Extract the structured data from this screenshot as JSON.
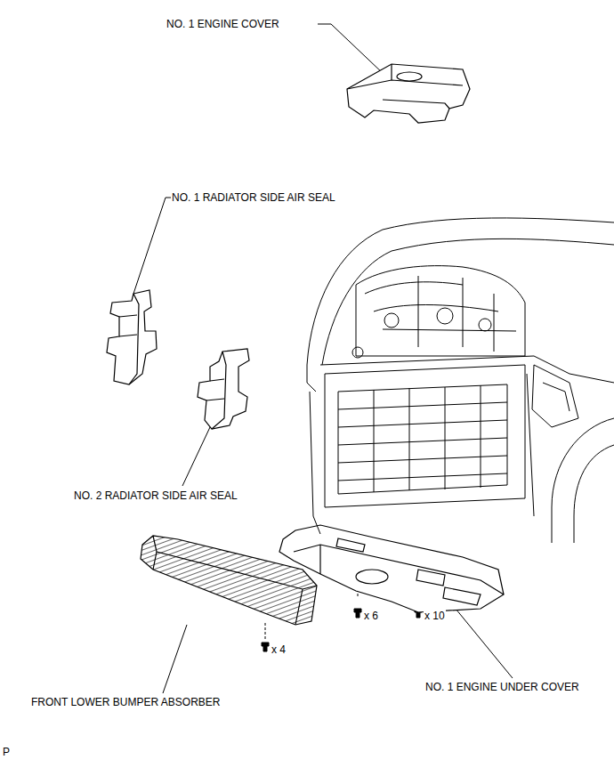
{
  "diagram": {
    "labels": [
      "NO. 1 ENGINE COVER",
      "NO. 1 RADIATOR SIDE AIR SEAL",
      "NO. 2 RADIATOR SIDE AIR SEAL",
      "x 4",
      "x 6",
      "x 10",
      "FRONT LOWER BUMPER ABSORBER",
      "NO. 1 ENGINE UNDER COVER",
      "P"
    ]
  }
}
